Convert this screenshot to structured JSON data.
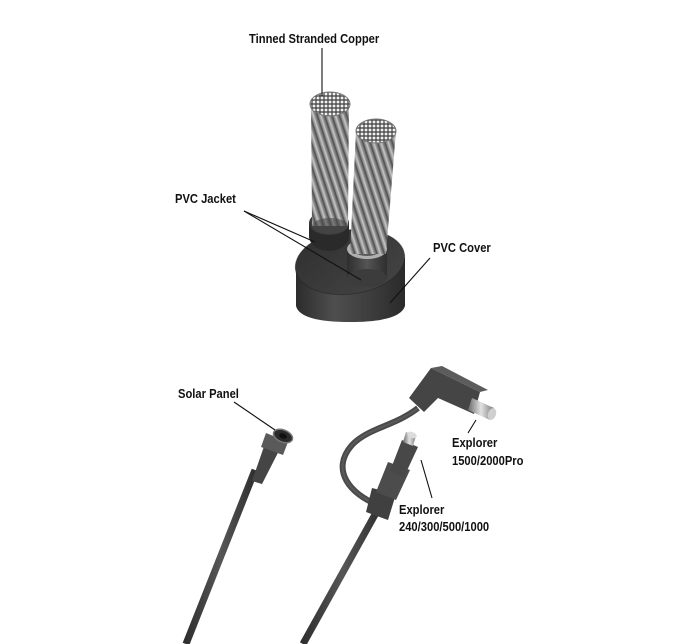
{
  "diagram": {
    "cable_section": {
      "labels": {
        "conductor": "Tinned Stranded Copper",
        "jacket": "PVC Jacket",
        "cover": "PVC Cover"
      }
    },
    "connectors": {
      "labels": {
        "solar_panel": "Solar Panel",
        "explorer_large_line1": "Explorer",
        "explorer_large_line2": "1500/2000Pro",
        "explorer_small_line1": "Explorer",
        "explorer_small_line2": "240/300/500/1000"
      }
    }
  },
  "colors": {
    "label_text": "#111111",
    "leader_line": "#111111",
    "cable_dark": "#3a3a3a",
    "cable_mid": "#5a5a5a",
    "copper_strand": "#8c8c8c",
    "background": "#ffffff"
  }
}
